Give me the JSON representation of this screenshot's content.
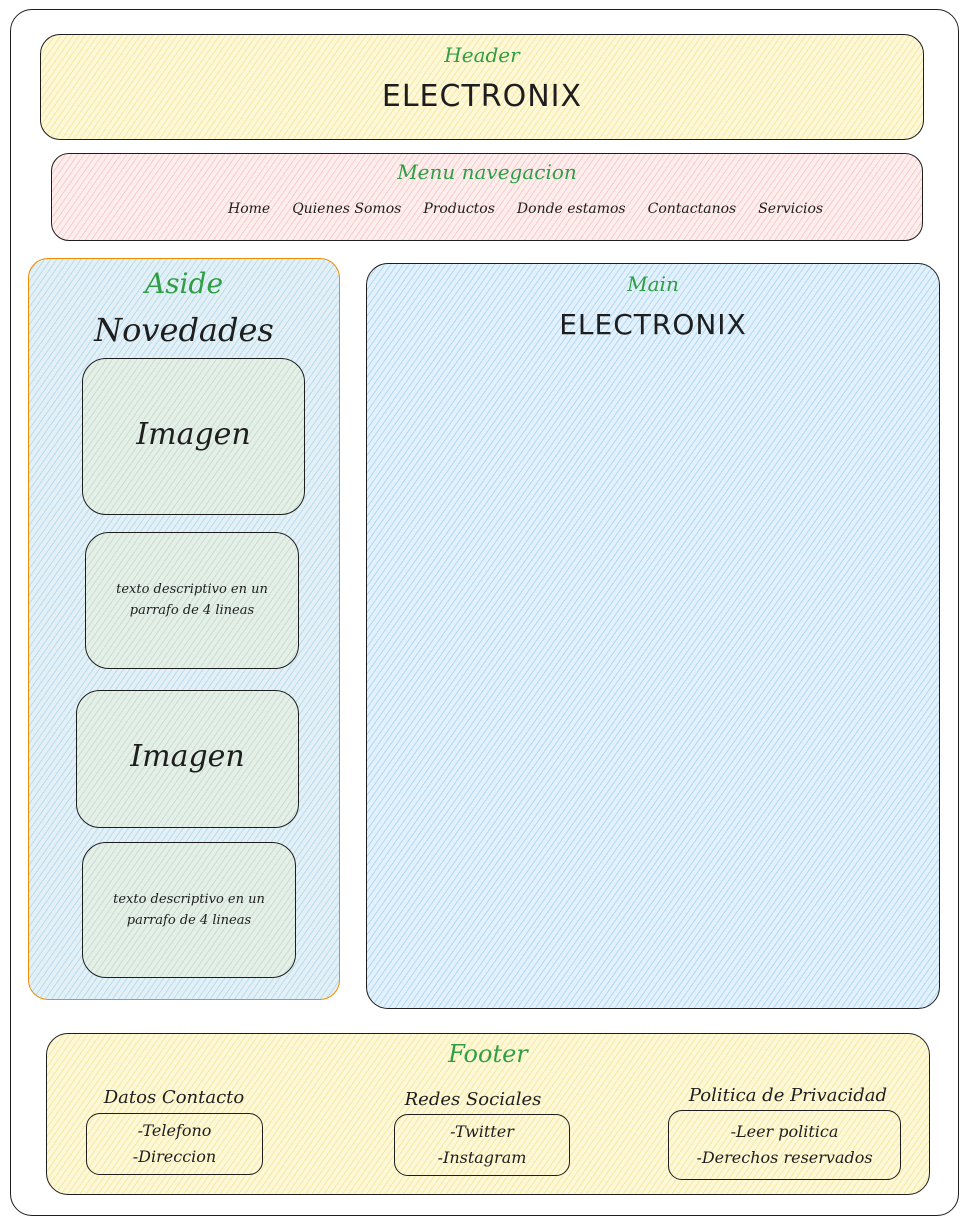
{
  "header": {
    "label": "Header",
    "title": "ELECTRONIX"
  },
  "nav": {
    "label": "Menu navegacion",
    "items": [
      "Home",
      "Quienes Somos",
      "Productos",
      "Donde estamos",
      "Contactanos",
      "Servicios"
    ]
  },
  "aside": {
    "label": "Aside",
    "title": "Novedades",
    "cards": [
      {
        "image_label": "Imagen",
        "text_line1": "texto descriptivo en un",
        "text_line2": "parrafo de 4 lineas"
      },
      {
        "image_label": "Imagen",
        "text_line1": "texto descriptivo en un",
        "text_line2": "parrafo de 4 lineas"
      }
    ]
  },
  "main": {
    "label": "Main",
    "title": "ELECTRONIX"
  },
  "footer": {
    "label": "Footer",
    "sections": [
      {
        "title": "Datos Contacto",
        "items": [
          "-Telefono",
          "-Direccion"
        ]
      },
      {
        "title": "Redes Sociales",
        "items": [
          "-Twitter",
          "-Instagram"
        ]
      },
      {
        "title": "Politica de Privacidad",
        "items": [
          "-Leer politica",
          "-Derechos reservados"
        ]
      }
    ]
  },
  "colors": {
    "label_green": "#2f9e44",
    "aside_border": "#f08c00",
    "stroke": "#1e1e1e"
  }
}
